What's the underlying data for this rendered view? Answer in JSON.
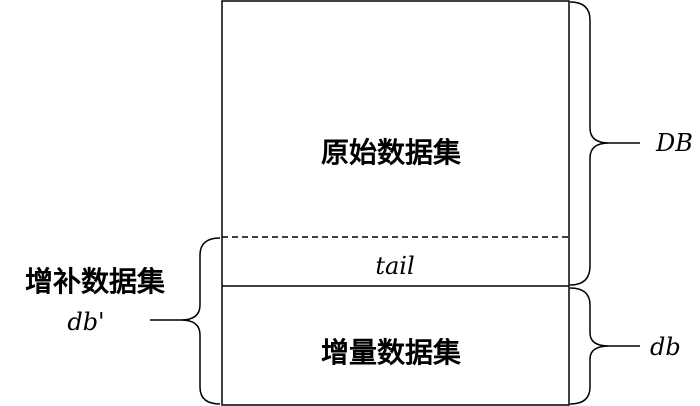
{
  "diagram": {
    "original_label": "原始数据集",
    "tail_label": "tail",
    "increment_label": "增量数据集",
    "supplement_label": "增补数据集",
    "supplement_symbol": "db'",
    "db_big_label": "DB",
    "db_small_label": "db"
  }
}
